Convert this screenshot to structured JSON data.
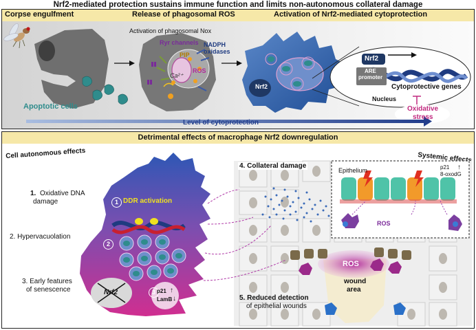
{
  "title": "Nrf2-mediated protection sustains immune function and limits non-autonomous collateral damage",
  "top_panel": {
    "section_1": "Corpse engulfment",
    "section_2": "Release of phagosomal ROS",
    "section_3": "Activation of Nrf2-mediated cytoprotection",
    "nox_label": "Activation of phagosomal Nox",
    "ryr_label": "Ryr channels",
    "nadph_label_1": "NADPH",
    "nadph_label_2": "oxidases",
    "pip_label": "PIP",
    "ros_label": "ROS",
    "ca_label": "Ca²⁺",
    "apoptotic_label": "Apoptotic cells",
    "nrf2_cell_label": "Nrf2",
    "nrf2_box_label": "Nrf2",
    "are_label_1": "ARE",
    "are_label_2": "promoter",
    "nucleus_label": "Nucleus",
    "cytoprotective_label": "Cytoprotective genes",
    "oxidative_1": "Oxidative",
    "oxidative_2": "stress",
    "cytoprotection_axis": "Level of cytoprotection"
  },
  "bottom_panel": {
    "header": "Detrimental effects of macrophage Nrf2 downregulation",
    "left_title": "Cell autonomous effects",
    "right_title": "Systemic effects",
    "item1_num": "1.",
    "item1_a": "Oxidative DNA",
    "item1_b": "damage",
    "item2": "2. Hypervacuolation",
    "item3_a": "3. Early features",
    "item3_b": "of senescence",
    "ddr_num": "1",
    "ddr_label": "DDR activation",
    "vac_num": "2",
    "sen_num": "3",
    "p21_label": "p21",
    "lamb_label": "LamB",
    "nrf2_crossed": "Nrf2",
    "item4": "4. Collateral damage",
    "epithelium_label": "Epithelium",
    "epi_p21": "p21",
    "epi_oxodg": "8-oxodG",
    "epi_ros": "ROS",
    "wound_ros": "ROS",
    "wound_label_1": "wound",
    "wound_label_2": "area",
    "item5_a": "5. Reduced detection",
    "item5_b": "of epithelial wounds"
  },
  "colors": {
    "band": "#f6e8a8",
    "top_bg": "#d8d8d8",
    "macrophage_grey": "#6f6f6f",
    "phagocyte_blue": "#2f5fa8",
    "nrf2_navy": "#1f3864",
    "magenta": "#c0297f",
    "ros_purple": "#9b2a8a",
    "teal_cell": "#2f8c8c",
    "ddr_yellow": "#f0e020"
  }
}
